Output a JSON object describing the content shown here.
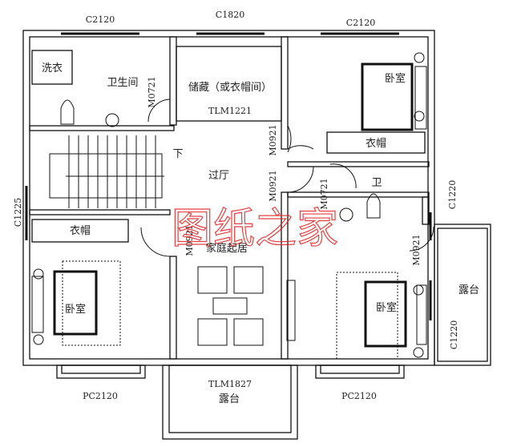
{
  "windows": {
    "top_left": "C2120",
    "top_mid": "C1820",
    "top_right": "C2120",
    "left": "C1225",
    "right_upper": "C1220",
    "right_lower": "C1220",
    "bottom_left": "PC2120",
    "bottom_right": "PC2120"
  },
  "doors": {
    "storage": "TLM1221",
    "bath_left": "M0721",
    "bedroom_tr_1": "M0921",
    "bedroom_tr_2": "M0921",
    "bath_right": "M0721",
    "bedroom_left": "M0921",
    "terrace_right": "M0921",
    "balcony": "TLM1827"
  },
  "rooms": {
    "laundry": "洗衣",
    "bathroom": "卫生间",
    "storage": "储藏（或衣帽间）",
    "bedroom_tr": "卧室",
    "closet_right": "衣帽",
    "stair_down": "下",
    "hall": "过厅",
    "bath_right": "卫",
    "closet_left": "衣帽",
    "living": "家庭起居",
    "bedroom_left": "卧室",
    "bedroom_right": "卧室",
    "terrace_right": "露台",
    "terrace_bottom": "露台"
  },
  "watermark": "图纸之家",
  "colors": {
    "line": "#111111",
    "watermark": "#e02020"
  }
}
